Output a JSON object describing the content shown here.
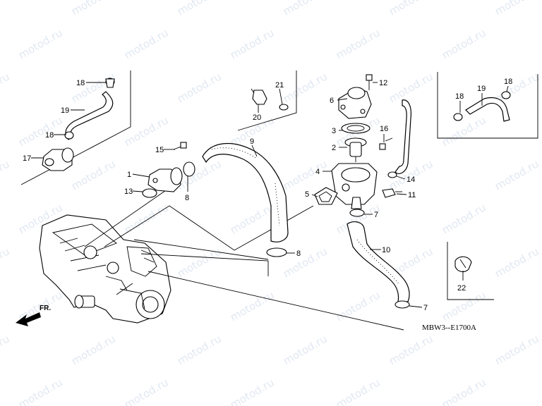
{
  "watermark": "motod.ru",
  "diagram_code": "MBW3--E1700A",
  "front_label": "FR.",
  "callouts": {
    "p1": "1",
    "p2": "2",
    "p3": "3",
    "p4": "4",
    "p5": "5",
    "p6": "6",
    "p7a": "7",
    "p7b": "7",
    "p8a": "8",
    "p8b": "8",
    "p9": "9",
    "p10": "10",
    "p11": "11",
    "p12": "12",
    "p13": "13",
    "p14": "14",
    "p15": "15",
    "p16": "16",
    "p17": "17",
    "p18a": "18",
    "p18b": "18",
    "p18c": "18",
    "p18d": "18",
    "p19a": "19",
    "p19b": "19",
    "p20": "20",
    "p21": "21",
    "p22": "22"
  }
}
